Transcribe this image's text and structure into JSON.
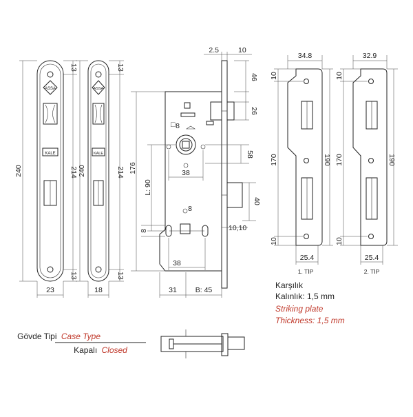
{
  "colors": {
    "line": "#222222",
    "accent_red": "#c0392b",
    "background": "#ffffff"
  },
  "dims": {
    "front_plate": {
      "height_total": "240",
      "height_inner": "214",
      "top": "13",
      "bottom": "13",
      "width": "23"
    },
    "front_plate2": {
      "height_total": "240",
      "height_inner": "214",
      "top": "13",
      "bottom": "13",
      "width": "18"
    },
    "body": {
      "top_a": "2.5",
      "top_b": "10",
      "h46": "46",
      "h26": "26",
      "d8a": "8",
      "h58": "58",
      "w38a": "38",
      "h176": "176",
      "l90": "L: 90",
      "h40": "40",
      "d8b": "8",
      "d8c": "8",
      "h1010": "10,10",
      "w38b": "38",
      "w31": "31",
      "b45": "B: 45"
    },
    "striker1": {
      "width": "34.8",
      "top": "10",
      "h170": "170",
      "h190": "190",
      "bottom": "10",
      "inner_w": "25.4",
      "label": "1. TİP"
    },
    "striker2": {
      "width": "32.9",
      "top": "10",
      "h170": "170",
      "h190": "190",
      "bottom": "10",
      "inner_w": "25.4",
      "label": "2. TİP"
    }
  },
  "striking_plate": {
    "tr_title": "Karşılık",
    "tr_thickness": "Kalınlık: 1,5 mm",
    "en_title": "Striking plate",
    "en_thickness": "Thickness: 1,5 mm"
  },
  "case_type": {
    "tr_label": "Gövde Tipi",
    "en_label": "Case Type",
    "tr_value": "Kapalı",
    "en_value": "Closed"
  }
}
